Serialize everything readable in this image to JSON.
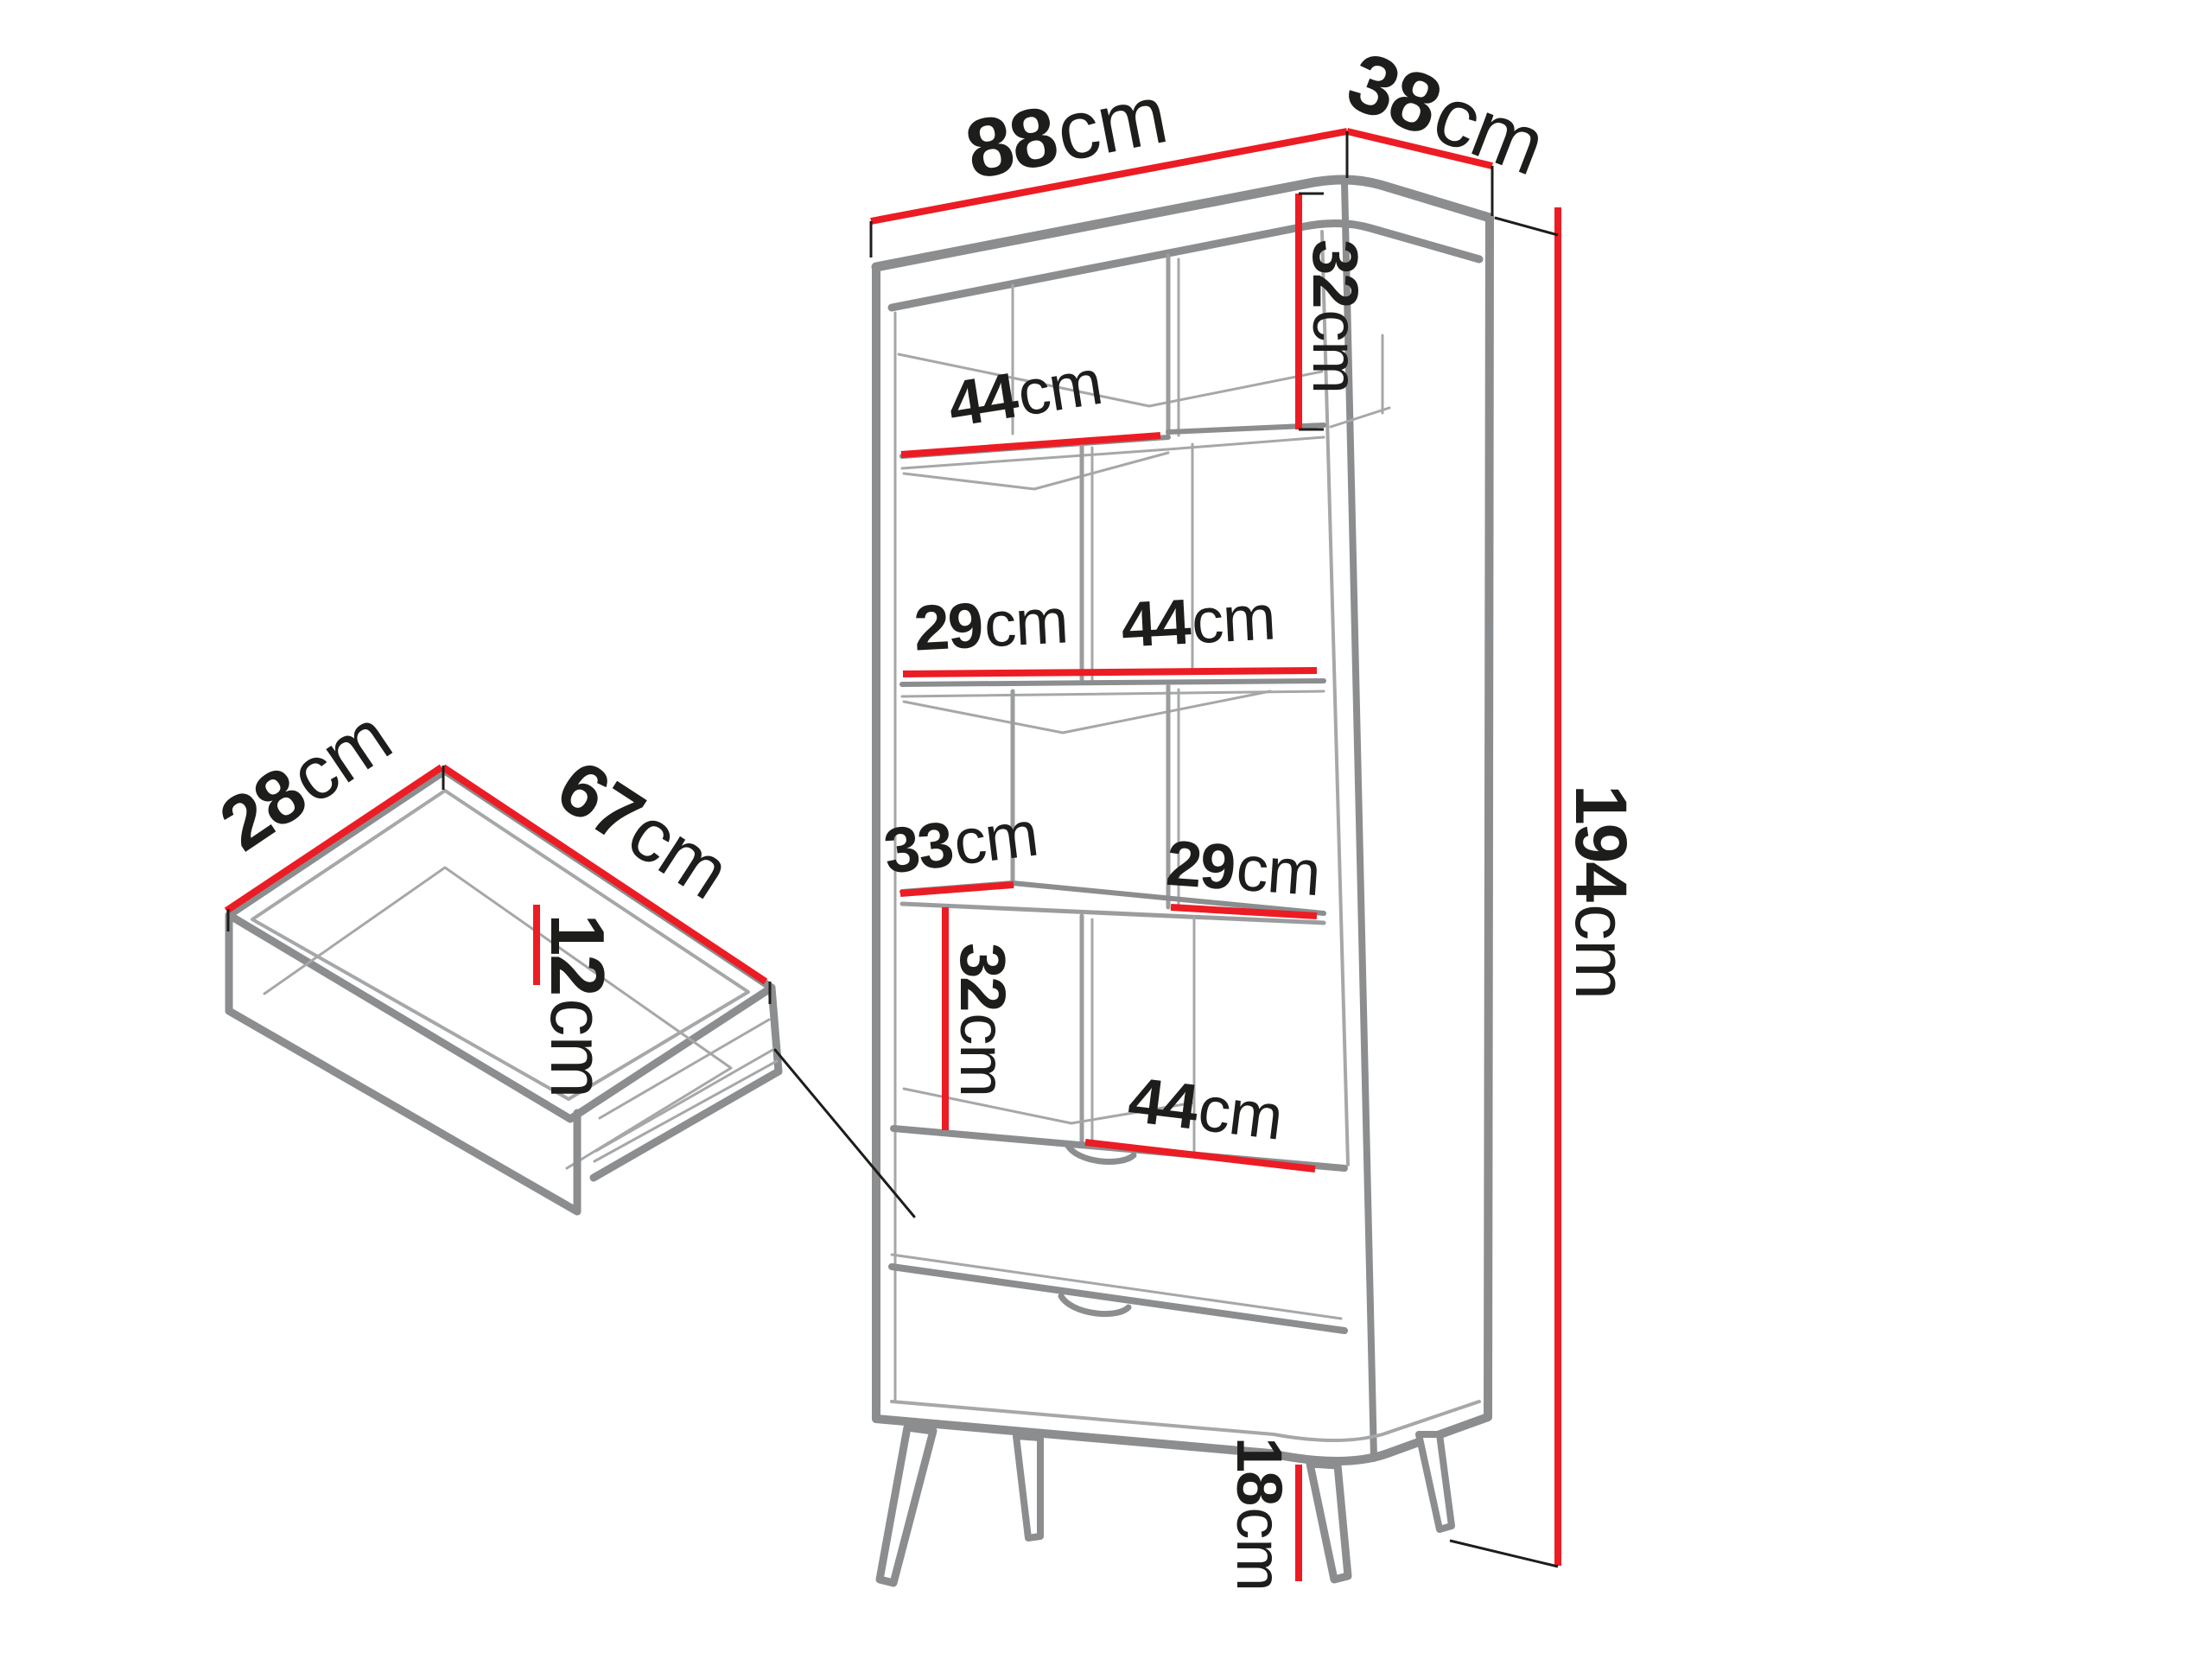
{
  "diagram": {
    "kind": "furniture-dimension-diagram",
    "subject": "bookcase with two drawers and hairpin legs, plus separate drawer box drawing",
    "unit": "cm",
    "colors": {
      "dimension_line": "#EC1C24",
      "outline_heavy": "#8B8D8F",
      "outline_light": "#A6A7A9",
      "tick_and_text": "#1D1D1B",
      "background": "#FFFFFF"
    }
  },
  "bookcase": {
    "width": {
      "num": "88",
      "unit": "cm"
    },
    "depth": {
      "num": "38",
      "unit": "cm"
    },
    "height": {
      "num": "194",
      "unit": "cm"
    },
    "legs_height": {
      "num": "18",
      "unit": "cm"
    },
    "compartments": {
      "row1_left_width": {
        "num": "44",
        "unit": "cm"
      },
      "row1_right_height": {
        "num": "32",
        "unit": "cm"
      },
      "row2_left_width": {
        "num": "29",
        "unit": "cm"
      },
      "row2_right_width": {
        "num": "44",
        "unit": "cm"
      },
      "row3_left_width": {
        "num": "33",
        "unit": "cm"
      },
      "row3_right_width": {
        "num": "29",
        "unit": "cm"
      },
      "row4_left_height": {
        "num": "32",
        "unit": "cm"
      },
      "row4_bottom_width": {
        "num": "44",
        "unit": "cm"
      }
    }
  },
  "drawer": {
    "depth": {
      "num": "28",
      "unit": "cm"
    },
    "width": {
      "num": "67",
      "unit": "cm"
    },
    "inner_height": {
      "num": "12",
      "unit": "cm"
    }
  }
}
